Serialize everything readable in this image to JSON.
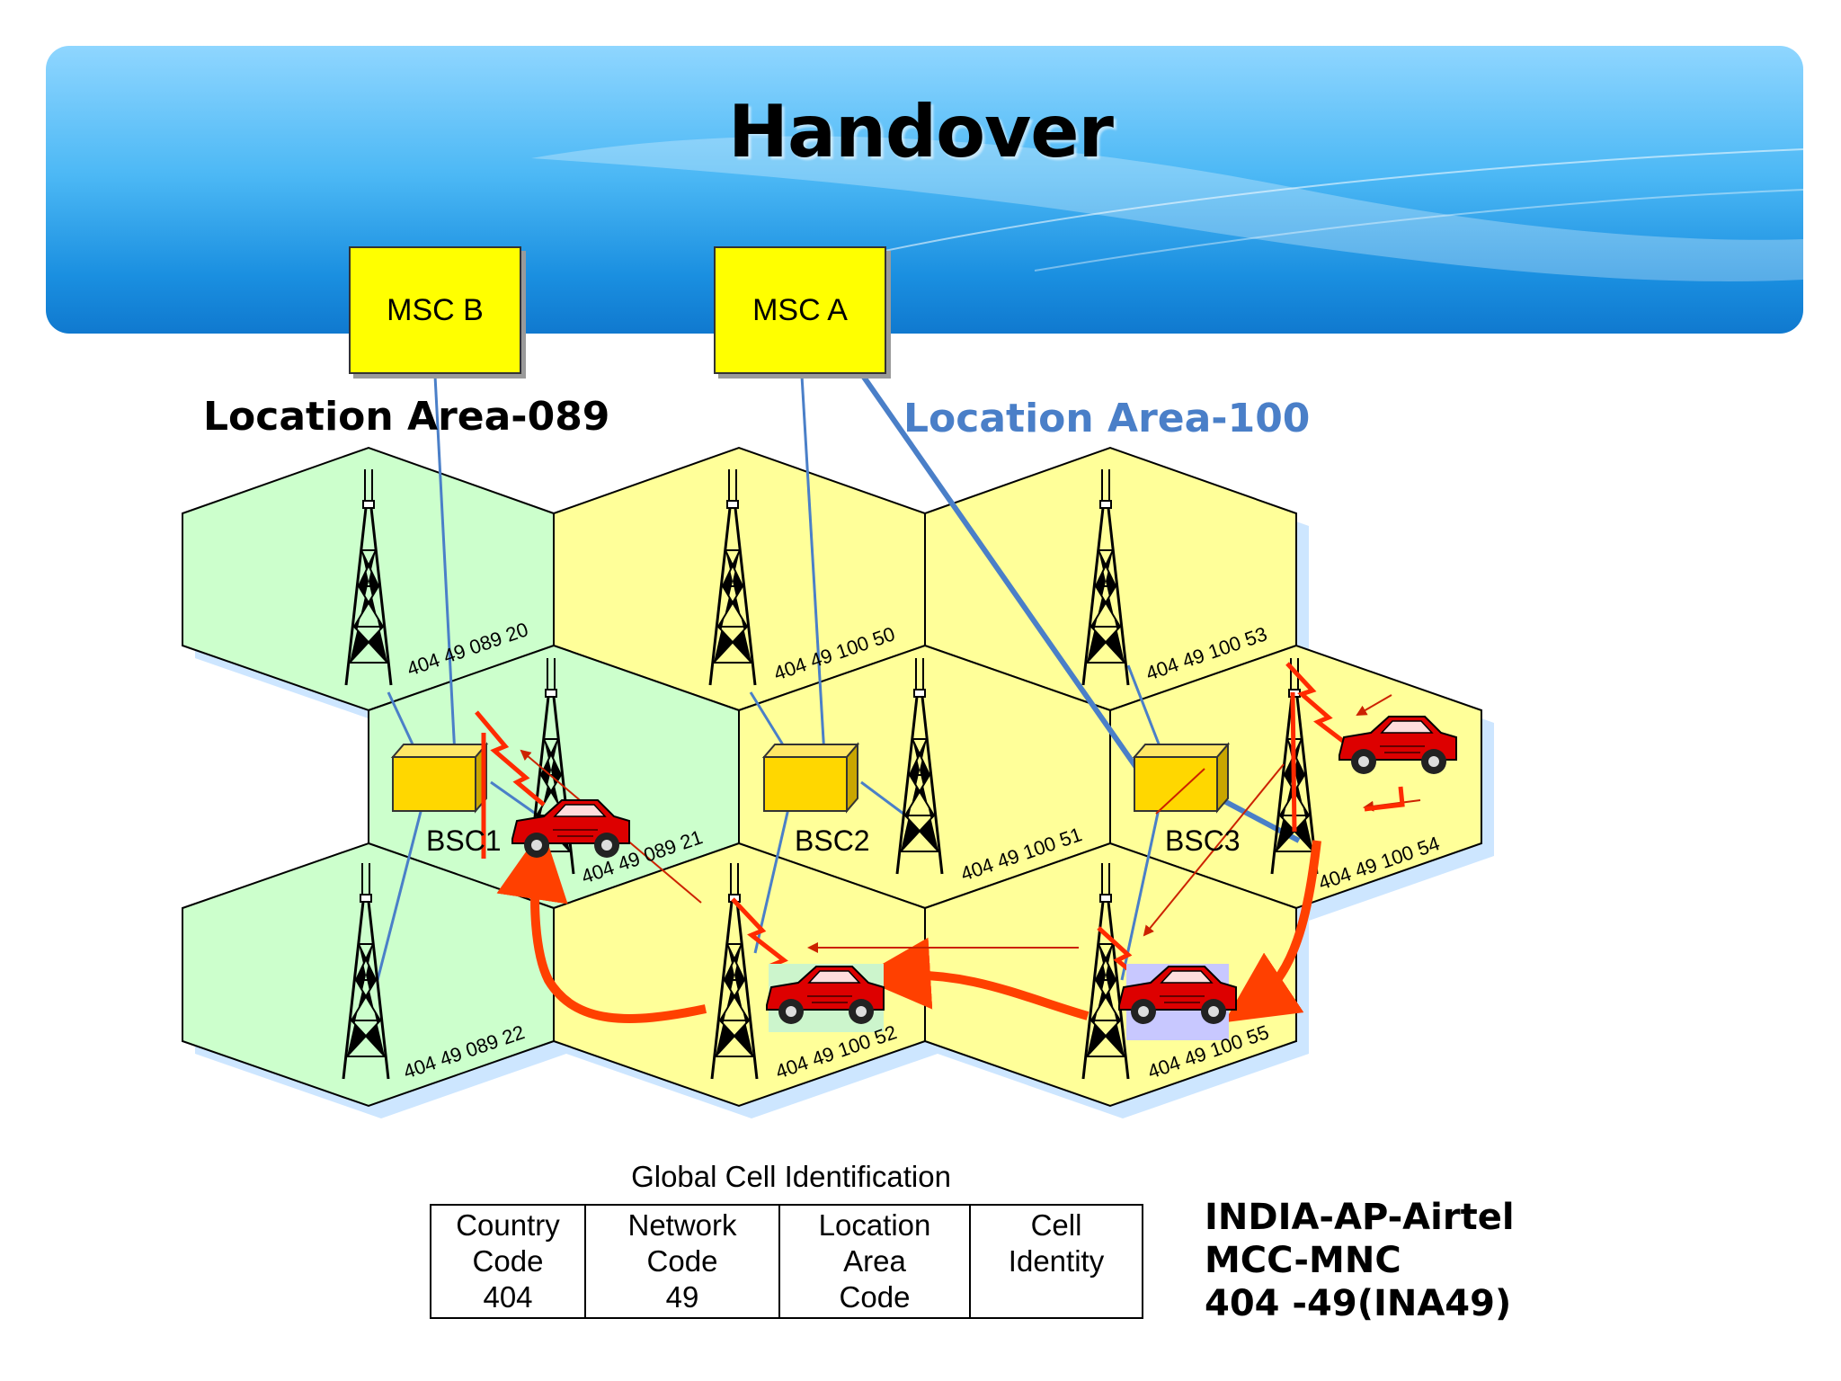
{
  "title": "Handover",
  "msc": [
    {
      "id": "msc-b",
      "label": "MSC B"
    },
    {
      "id": "msc-a",
      "label": "MSC A"
    }
  ],
  "location_areas": [
    {
      "label": "Location Area-089",
      "color": "#000000"
    },
    {
      "label": "Location Area-100",
      "color": "#4a7fc8"
    }
  ],
  "cells": [
    {
      "id": "404 49 089 20",
      "area": "089"
    },
    {
      "id": "404 49 089 21",
      "area": "089"
    },
    {
      "id": "404 49 089 22",
      "area": "089"
    },
    {
      "id": "404 49 100 50",
      "area": "100"
    },
    {
      "id": "404 49 100 51",
      "area": "100"
    },
    {
      "id": "404 49 100 52",
      "area": "100"
    },
    {
      "id": "404 49 100 53",
      "area": "100"
    },
    {
      "id": "404 49 100 54",
      "area": "100"
    },
    {
      "id": "404 49 100 55",
      "area": "100"
    }
  ],
  "bsc": [
    {
      "label": "BSC1"
    },
    {
      "label": "BSC2"
    },
    {
      "label": "BSC3"
    }
  ],
  "colors": {
    "area_089_fill": "#ccffcc",
    "area_100_fill": "#ffff99",
    "msc_fill": "#ffff00",
    "bsc_fill": "#ffd700",
    "link": "#4a7fc8",
    "handover_arrow": "#ff4000",
    "car": "#dd0000"
  },
  "gci": {
    "title": "Global Cell Identification",
    "columns": [
      {
        "lines": [
          "Country",
          "Code",
          "404"
        ]
      },
      {
        "lines": [
          "Network",
          "Code",
          "49"
        ]
      },
      {
        "lines": [
          "Location",
          "Area",
          "Code"
        ]
      },
      {
        "lines": [
          "Cell",
          "Identity",
          ""
        ]
      }
    ]
  },
  "operator": {
    "lines": [
      "INDIA-AP-Airtel",
      "MCC-MNC",
      "404 -49(INA49)"
    ]
  }
}
